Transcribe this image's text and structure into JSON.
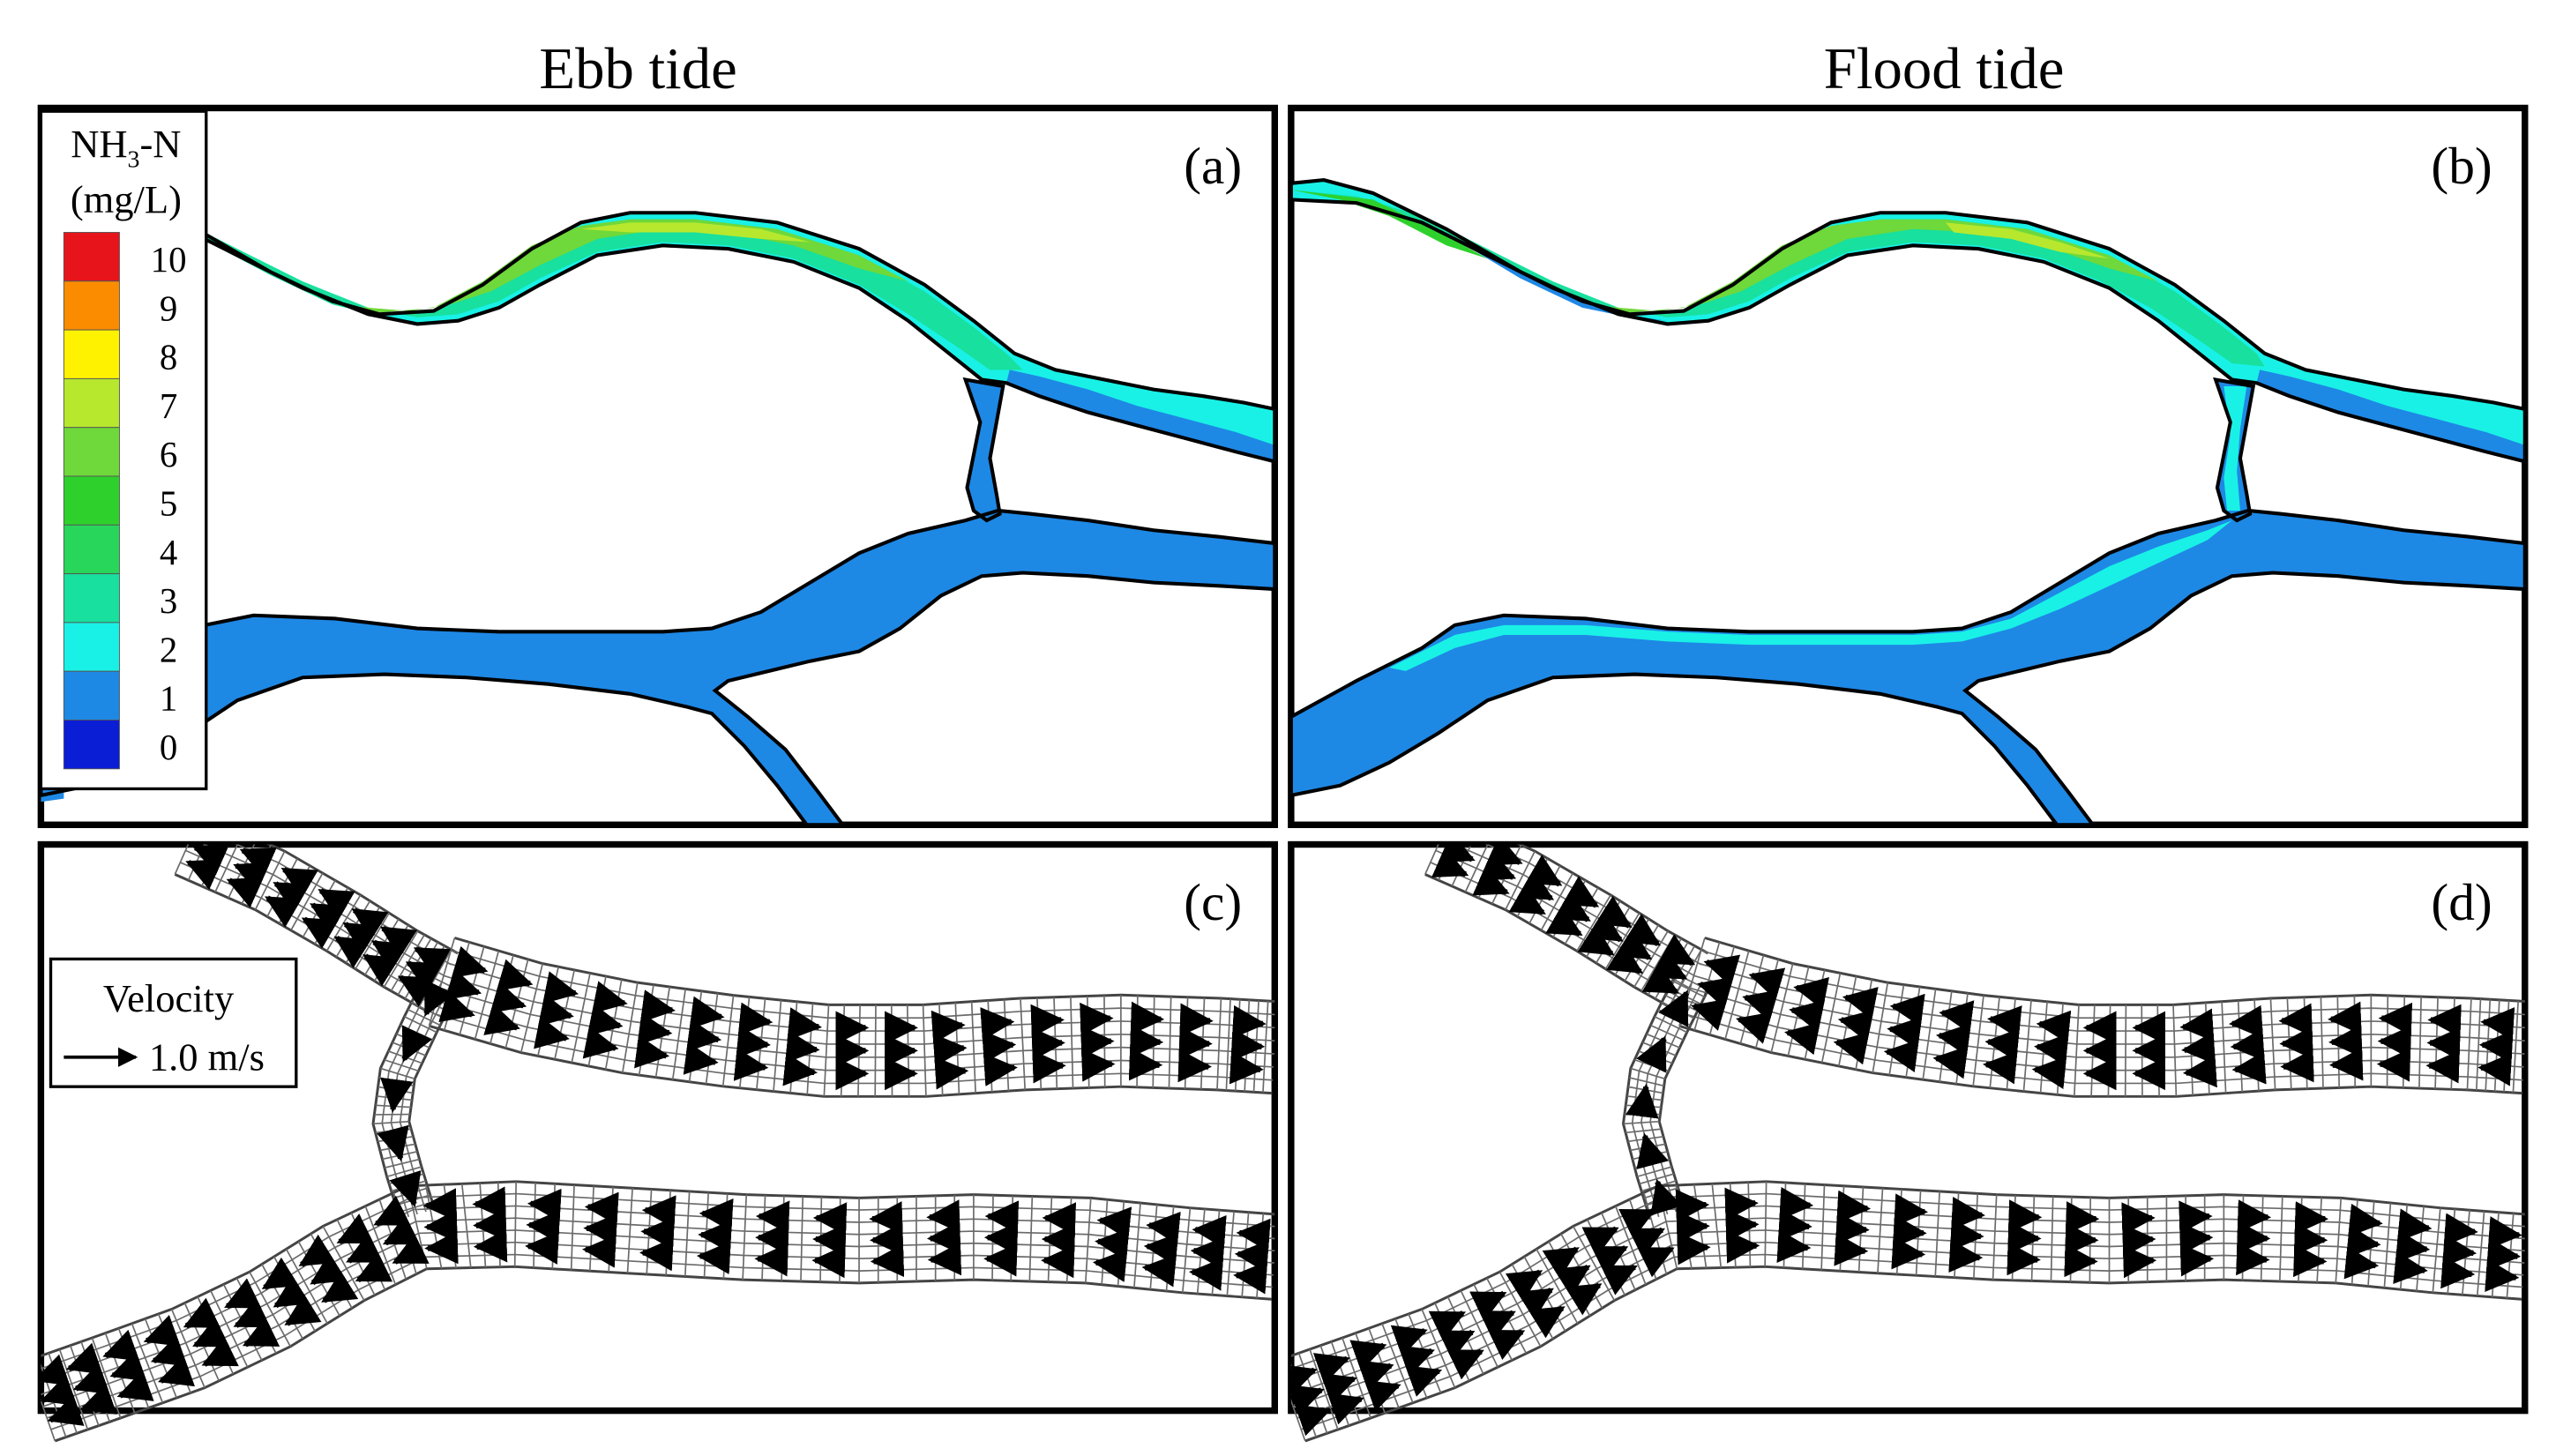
{
  "titles": {
    "left": "Ebb tide",
    "right": "Flood tide"
  },
  "panel_labels": {
    "a": "(a)",
    "b": "(b)",
    "c": "(c)",
    "d": "(d)"
  },
  "legend": {
    "variable": "NH",
    "subscript": "3",
    "variable_suffix": "-N",
    "unit": "(mg/L)",
    "levels": [
      {
        "label": "10",
        "color": "#e8141b"
      },
      {
        "label": "9",
        "color": "#fb8c00"
      },
      {
        "label": "8",
        "color": "#fff200"
      },
      {
        "label": "7",
        "color": "#b7e82e"
      },
      {
        "label": "6",
        "color": "#6fd83a"
      },
      {
        "label": "5",
        "color": "#2ed12c"
      },
      {
        "label": "4",
        "color": "#27d65a"
      },
      {
        "label": "3",
        "color": "#18e09e"
      },
      {
        "label": "2",
        "color": "#19f1e6"
      },
      {
        "label": "1",
        "color": "#1e88e5"
      },
      {
        "label": "0",
        "color": "#0a1ed6"
      }
    ]
  },
  "velocity_key": {
    "title": "Velocity",
    "value": "1.0 m/s"
  },
  "colors": {
    "low_concentration": "#1e88e5",
    "mid_concentration": "#19f1e6",
    "high_concentration": "#6fd83a",
    "peak_concentration": "#b7e82e"
  }
}
